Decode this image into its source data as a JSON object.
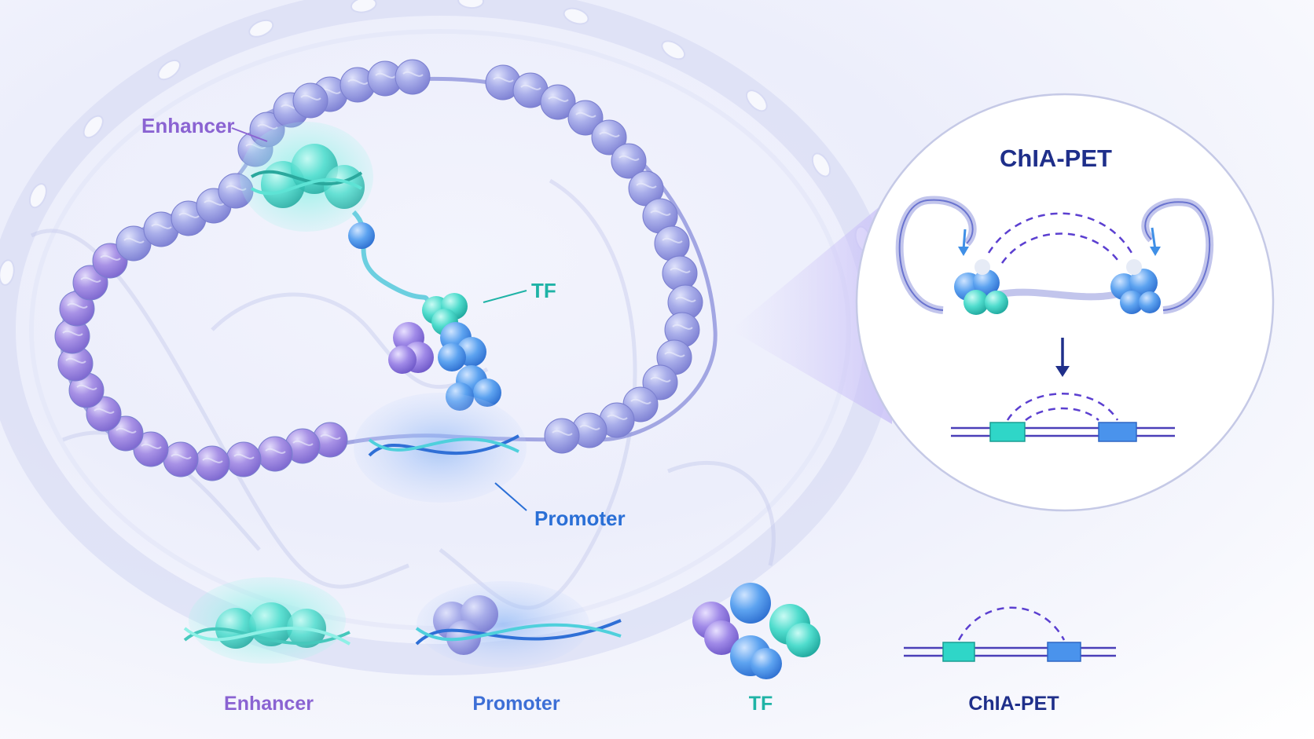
{
  "labels": {
    "enhancer": "Enhancer",
    "tf": "TF",
    "promoter": "Promoter",
    "chiapet_title": "ChIA-PET"
  },
  "legend": [
    {
      "key": "enhancer",
      "label": "Enhancer",
      "color": "#8a63d2"
    },
    {
      "key": "promoter",
      "label": "Promoter",
      "color": "#3d6fd6"
    },
    {
      "key": "tf",
      "label": "TF",
      "color": "#1fb3a6"
    },
    {
      "key": "chiapet",
      "label": "ChIA-PET",
      "color": "#1f2f8a"
    }
  ],
  "colors": {
    "enhancer_text": "#8a63d2",
    "tf_text": "#1fb3a6",
    "promoter_text": "#2a6fd6",
    "chiapet_text": "#1f2f8a",
    "nucleosome": "#9ea6e6",
    "nucleosome_dark": "#7f7fd8",
    "teal": "#2fd6c8",
    "blue": "#4a93ec",
    "purple": "#9a86e6",
    "loop_line": "#5b3fd0"
  },
  "icons": [
    "nucleus-envelope",
    "chromatin-fiber",
    "nucleosome-bead",
    "tf-complex",
    "dna-helix",
    "loop-arc",
    "down-arrow-icon"
  ]
}
